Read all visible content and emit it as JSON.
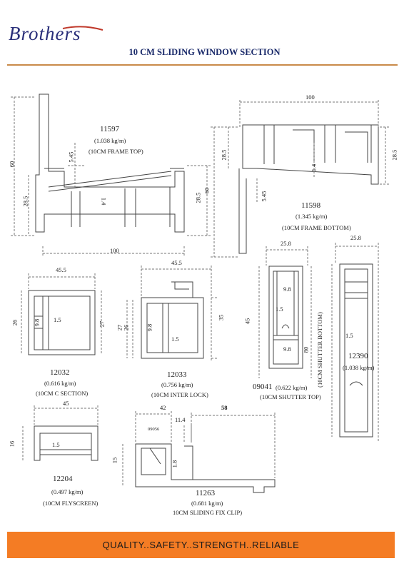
{
  "header": {
    "logo_text": "Brothers",
    "title": "10 CM SLIDING WINDOW SECTION"
  },
  "sections": [
    {
      "code": "11597",
      "weight": "(1.038 kg/m)",
      "name": "(10CM FRAME TOP)",
      "dims": [
        "60",
        "5.45",
        "28.5",
        "1.4",
        "28.5",
        "100"
      ]
    },
    {
      "code": "11598",
      "weight": "(1.345 kg/m)",
      "name": "(10CM FRAME BOTTOM)",
      "dims": [
        "100",
        "28.5",
        "1.4",
        "60",
        "5.45",
        "28.5"
      ]
    },
    {
      "code": "12032",
      "weight": "(0.616 kg/m)",
      "name": "(10CM C SECTION)",
      "dims": [
        "45.5",
        "26",
        "9.8",
        "1.5",
        "27"
      ]
    },
    {
      "code": "12033",
      "weight": "(0.756 kg/m)",
      "name": "(10CM INTER LOCK)",
      "dims": [
        "45.5",
        "27",
        "26",
        "9.8",
        "1.5",
        "35"
      ]
    },
    {
      "code": "09041",
      "weight": "(0.622 kg/m)",
      "name": "(10CM SHUTTER TOP)",
      "dims": [
        "25.8",
        "9.8",
        "1.5",
        "45",
        "9.8"
      ]
    },
    {
      "code": "12390",
      "weight": "(1.038 kg/m)",
      "name": "(10CM SHUTTER BOTTOM)",
      "dims": [
        "25.8",
        "1.5",
        "80"
      ]
    },
    {
      "code": "12204",
      "weight": "(0.497 kg/m)",
      "name": "(10CM FLYSCREEN)",
      "dims": [
        "45",
        "16",
        "1.5"
      ]
    },
    {
      "code": "11263",
      "weight": "(0.681 kg/m)",
      "name": "10CM SLIDING FIX CLIP)",
      "dims": [
        "42",
        "11.4",
        "58",
        "09056",
        "15",
        "1.8"
      ]
    }
  ],
  "footer": {
    "tagline": "QUALITY..SAFETY..STRENGTH..RELIABLE"
  },
  "colors": {
    "logo": "#2a2f7a",
    "rule": "#c98a4a",
    "footer_bg": "#f47c24"
  }
}
